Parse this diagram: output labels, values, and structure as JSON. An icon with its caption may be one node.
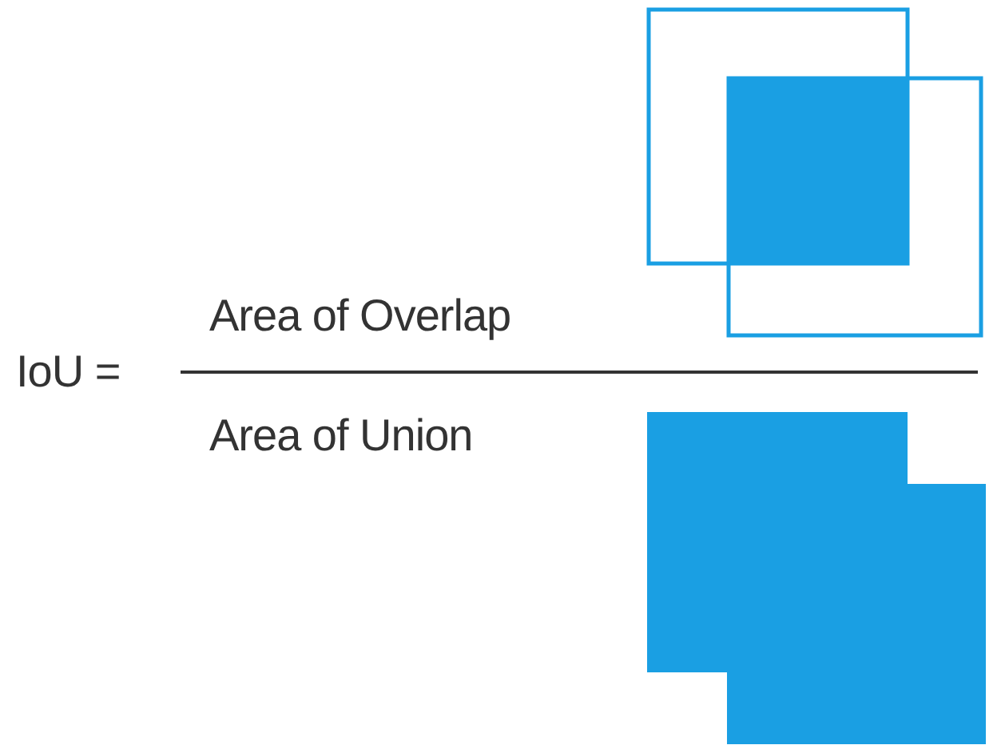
{
  "diagram": {
    "labels": [
      "IoU =",
      "Area of Overlap",
      "Area of Union"
    ]
  }
}
